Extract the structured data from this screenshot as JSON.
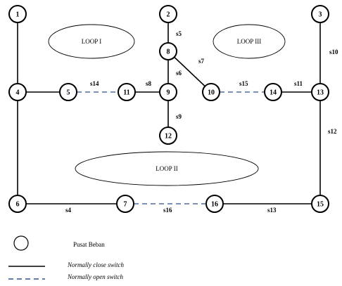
{
  "nodes": [
    {
      "id": "1"
    },
    {
      "id": "2"
    },
    {
      "id": "3"
    },
    {
      "id": "4"
    },
    {
      "id": "5"
    },
    {
      "id": "6"
    },
    {
      "id": "7"
    },
    {
      "id": "8"
    },
    {
      "id": "9"
    },
    {
      "id": "10"
    },
    {
      "id": "11"
    },
    {
      "id": "12"
    },
    {
      "id": "13"
    },
    {
      "id": "14"
    },
    {
      "id": "15"
    },
    {
      "id": "16"
    }
  ],
  "edges": [
    {
      "from": "1",
      "to": "4",
      "type": "closed",
      "label": ""
    },
    {
      "from": "4",
      "to": "6",
      "type": "closed",
      "label": ""
    },
    {
      "from": "6",
      "to": "7",
      "type": "closed",
      "label": "s4"
    },
    {
      "from": "7",
      "to": "16",
      "type": "open",
      "label": "s16"
    },
    {
      "from": "16",
      "to": "15",
      "type": "closed",
      "label": "s13"
    },
    {
      "from": "15",
      "to": "13",
      "type": "closed",
      "label": "s12"
    },
    {
      "from": "13",
      "to": "3",
      "type": "closed",
      "label": "s10"
    },
    {
      "from": "4",
      "to": "5",
      "type": "closed",
      "label": ""
    },
    {
      "from": "5",
      "to": "11",
      "type": "open",
      "label": "s14"
    },
    {
      "from": "11",
      "to": "9",
      "type": "closed",
      "label": "s8"
    },
    {
      "from": "2",
      "to": "8",
      "type": "closed",
      "label": "s5"
    },
    {
      "from": "8",
      "to": "9",
      "type": "closed",
      "label": "s6"
    },
    {
      "from": "9",
      "to": "12",
      "type": "closed",
      "label": "s9"
    },
    {
      "from": "8",
      "to": "10",
      "type": "closed",
      "label": "s7"
    },
    {
      "from": "10",
      "to": "14",
      "type": "open",
      "label": "s15"
    },
    {
      "from": "14",
      "to": "13",
      "type": "closed",
      "label": "s11"
    }
  ],
  "loops": [
    {
      "label": "LOOP I"
    },
    {
      "label": "LOOP III"
    },
    {
      "label": "LOOP II"
    }
  ],
  "legend": {
    "load_center": "Pusat Beban",
    "closed_switch": "Normally close switch",
    "open_switch": "Normally open switch"
  },
  "colors": {
    "closed_line": "#000000",
    "open_line": "#2e4f8a"
  }
}
